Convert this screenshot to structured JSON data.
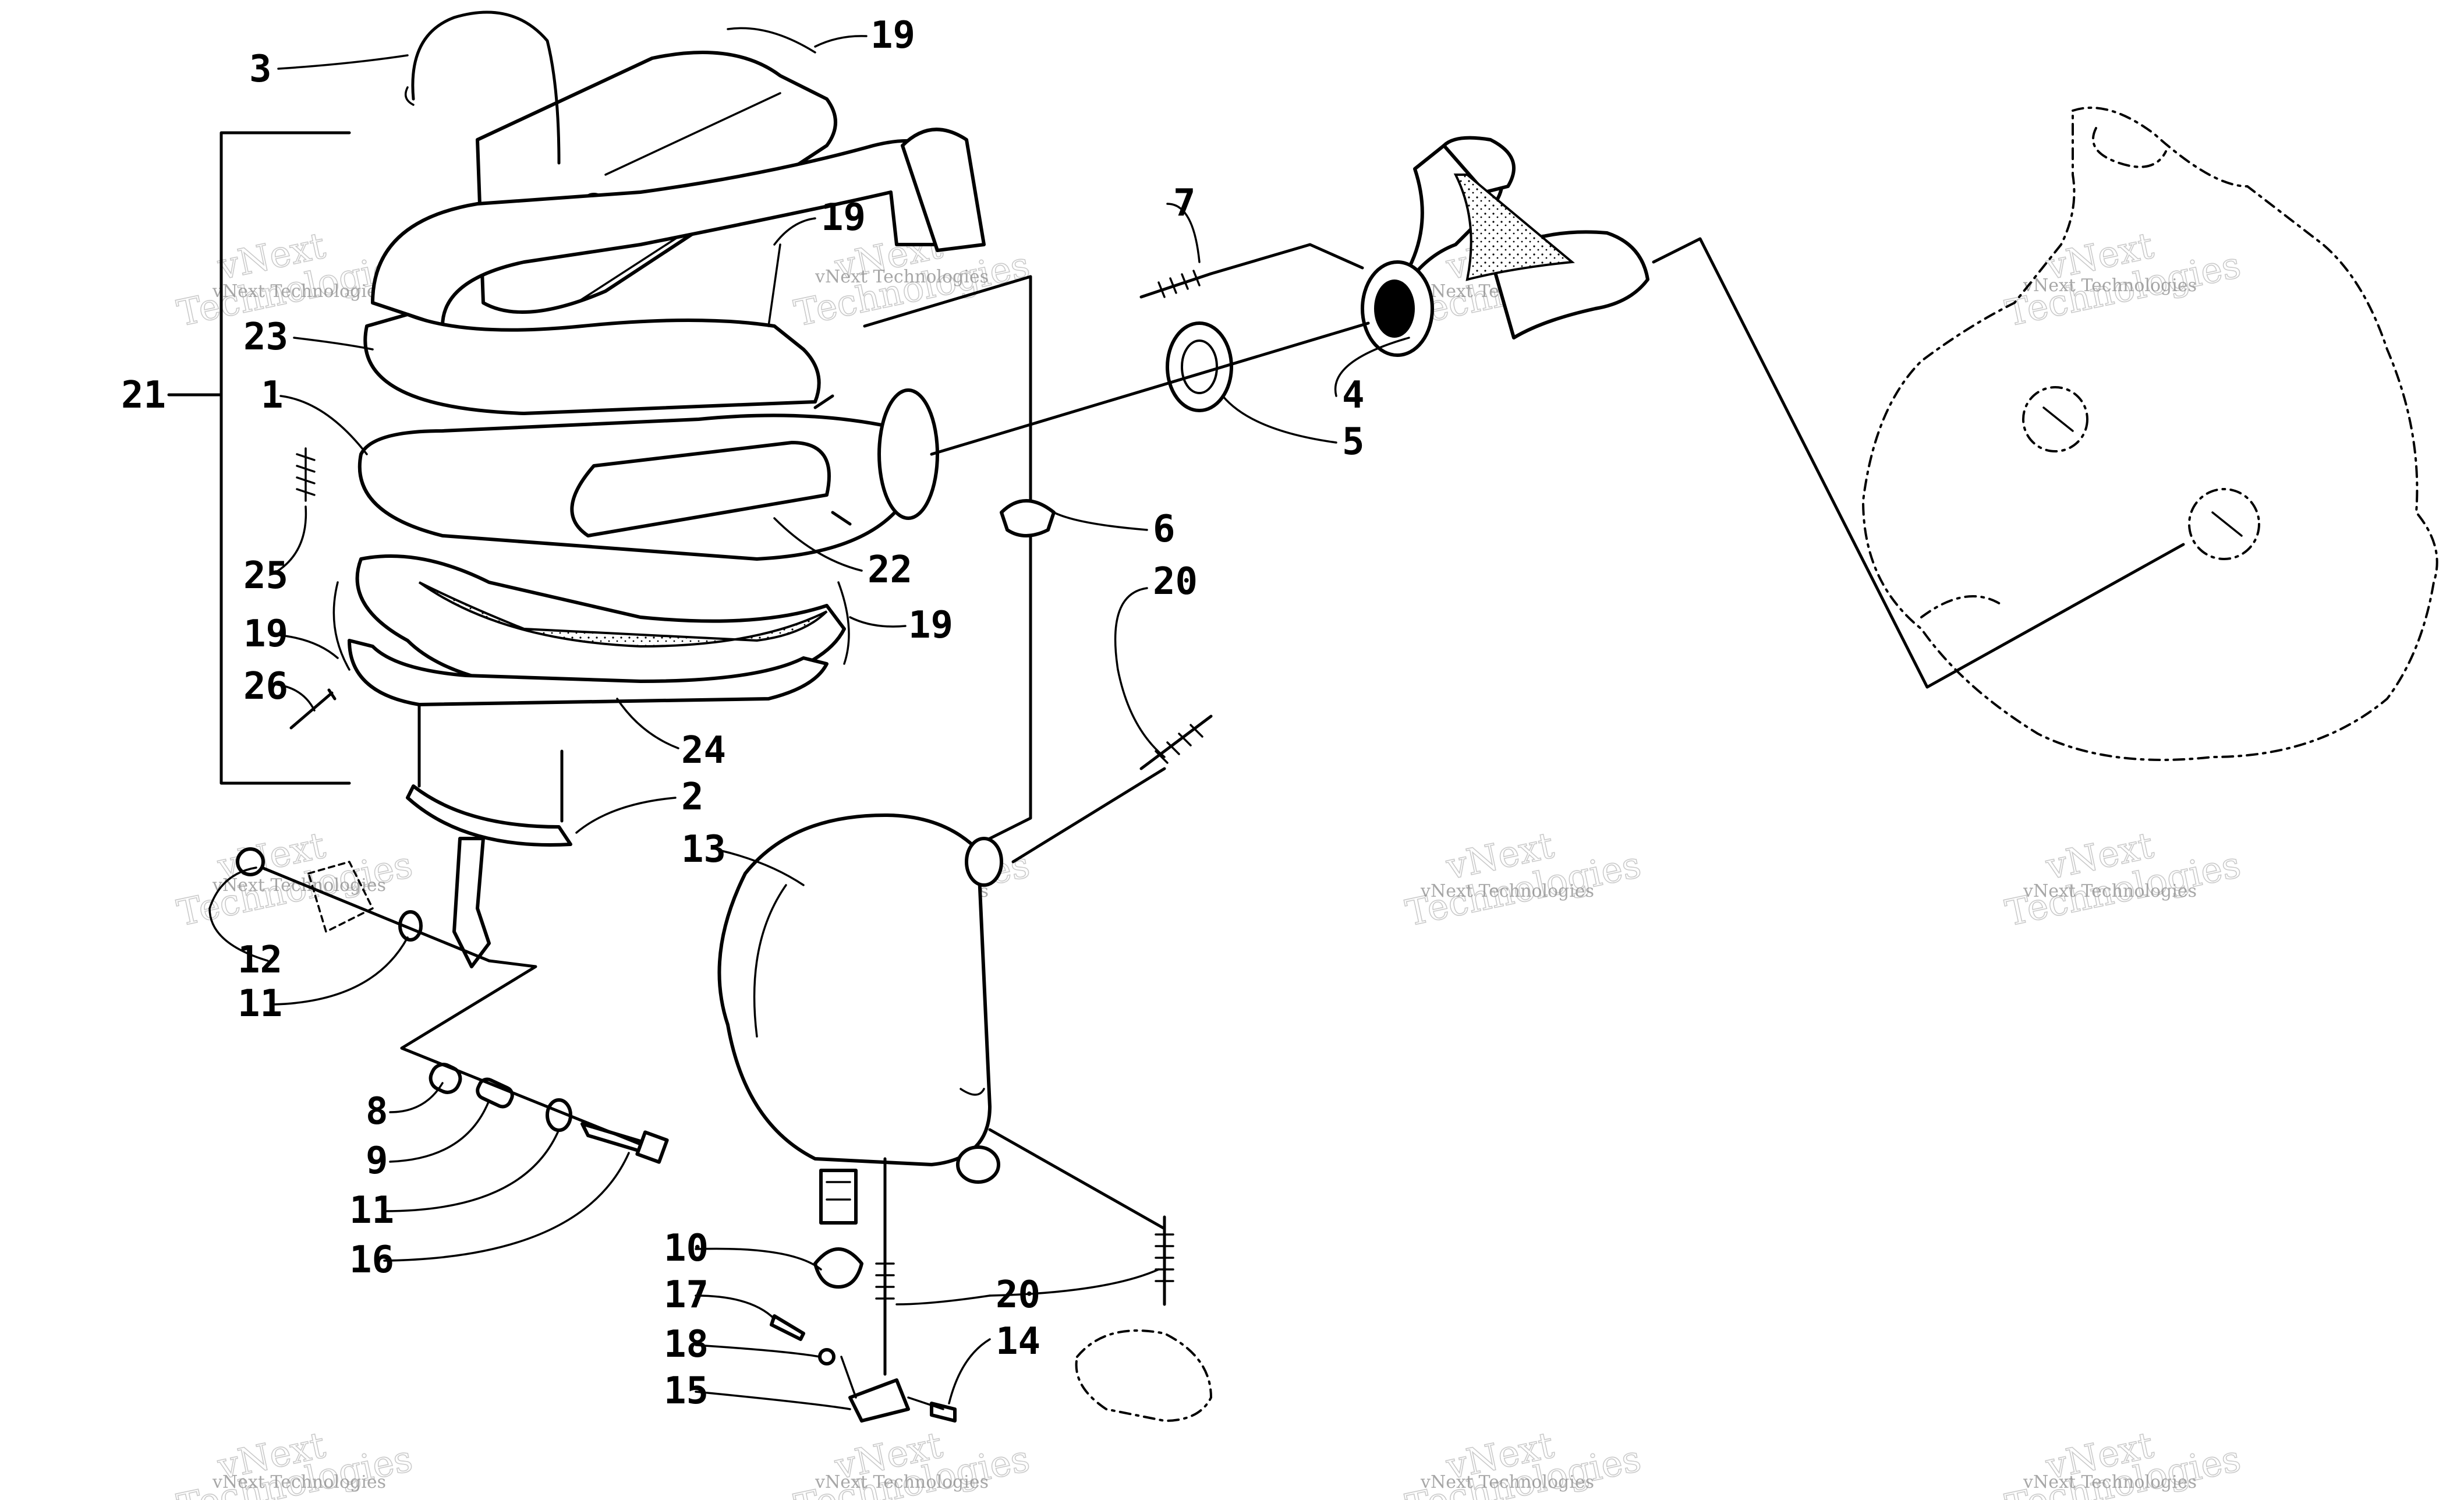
{
  "callouts": [
    "3",
    "19",
    "19",
    "23",
    "21",
    "1",
    "25",
    "19",
    "26",
    "22",
    "19",
    "24",
    "7",
    "4",
    "5",
    "6",
    "20",
    "2",
    "13",
    "12",
    "11",
    "8",
    "9",
    "11",
    "16",
    "10",
    "17",
    "18",
    "15",
    "20",
    "14"
  ],
  "watermark": {
    "line1": "vNext",
    "line2": "Technologies",
    "combined": "vNext Technologies"
  }
}
